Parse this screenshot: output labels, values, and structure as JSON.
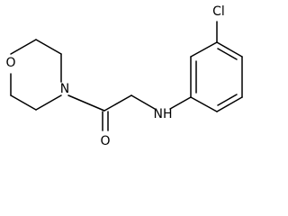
{
  "molecule": {
    "atom_labels": {
      "morpholine_oxygen": "O",
      "morpholine_nitrogen": "N",
      "carbonyl_oxygen": "O",
      "amine_nh": "NH",
      "chlorine": "Cl"
    }
  }
}
